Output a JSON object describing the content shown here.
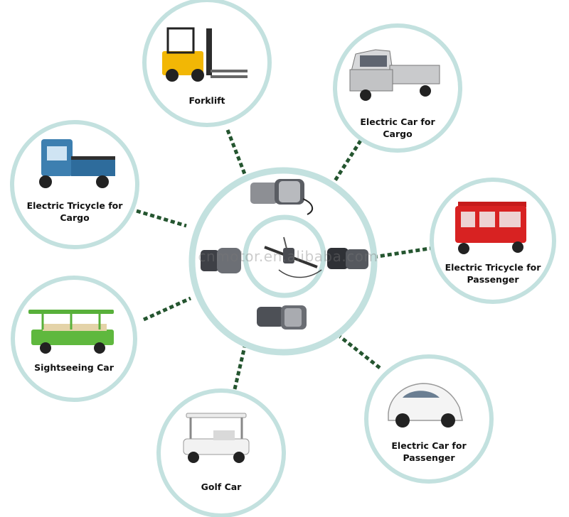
{
  "colors": {
    "ring": "#c3e1df",
    "connector": "#24552f",
    "background": "#ffffff"
  },
  "watermark": "cnmotor.en.alibaba.com",
  "center": {
    "products": [
      "rear-axle-motor",
      "brushless-motor",
      "differential-motor",
      "gear-motor"
    ]
  },
  "applications": [
    {
      "key": "forklift",
      "label": "Forklift",
      "icon": "forklift-icon"
    },
    {
      "key": "electric-car-cargo",
      "label": "Electric Car for\nCargo",
      "icon": "cargo-truck-icon"
    },
    {
      "key": "electric-tricycle-cargo",
      "label": "Electric Tricycle for\nCargo",
      "icon": "cargo-tricycle-icon"
    },
    {
      "key": "electric-tricycle-passenger",
      "label": "Electric Tricycle for\nPassenger",
      "icon": "passenger-tricycle-icon"
    },
    {
      "key": "sightseeing-car",
      "label": "Sightseeing Car",
      "icon": "sightseeing-car-icon"
    },
    {
      "key": "electric-car-passenger",
      "label": "Electric Car for\nPassenger",
      "icon": "passenger-car-icon"
    },
    {
      "key": "golf-car",
      "label": "Golf Car",
      "icon": "golf-car-icon"
    }
  ]
}
